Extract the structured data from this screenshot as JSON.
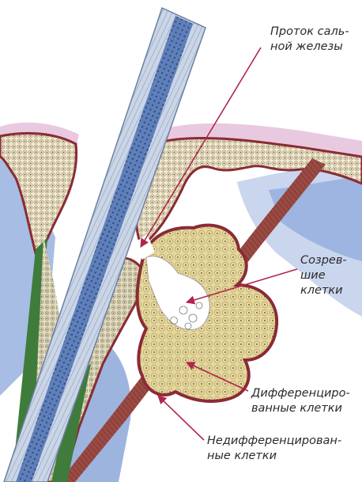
{
  "labels": {
    "duct": [
      "Проток саль-",
      "ной железы"
    ],
    "mature": [
      "Созрев-",
      "шие",
      "клетки"
    ],
    "differentiated": [
      "Дифференциро-",
      "ванные клетки"
    ],
    "undifferentiated": [
      "Недифференцирован-",
      "ные клетки"
    ]
  },
  "colors": {
    "epidermis": "#e9c9e0",
    "skin_cells": "#f4ecd2",
    "dermis": "#dfe6f2",
    "deep_tissue": "#7f9fd0",
    "hair_shaft": "#b9c7dd",
    "hair_core": "#5f7fb9",
    "gland": "#e6d79c",
    "sebum": "#ffffff",
    "basal_layer": "#8a2b35",
    "muscle": "#8e3e3a",
    "root_sheath": "#3f7c3b",
    "pointer": "#b0264a"
  }
}
